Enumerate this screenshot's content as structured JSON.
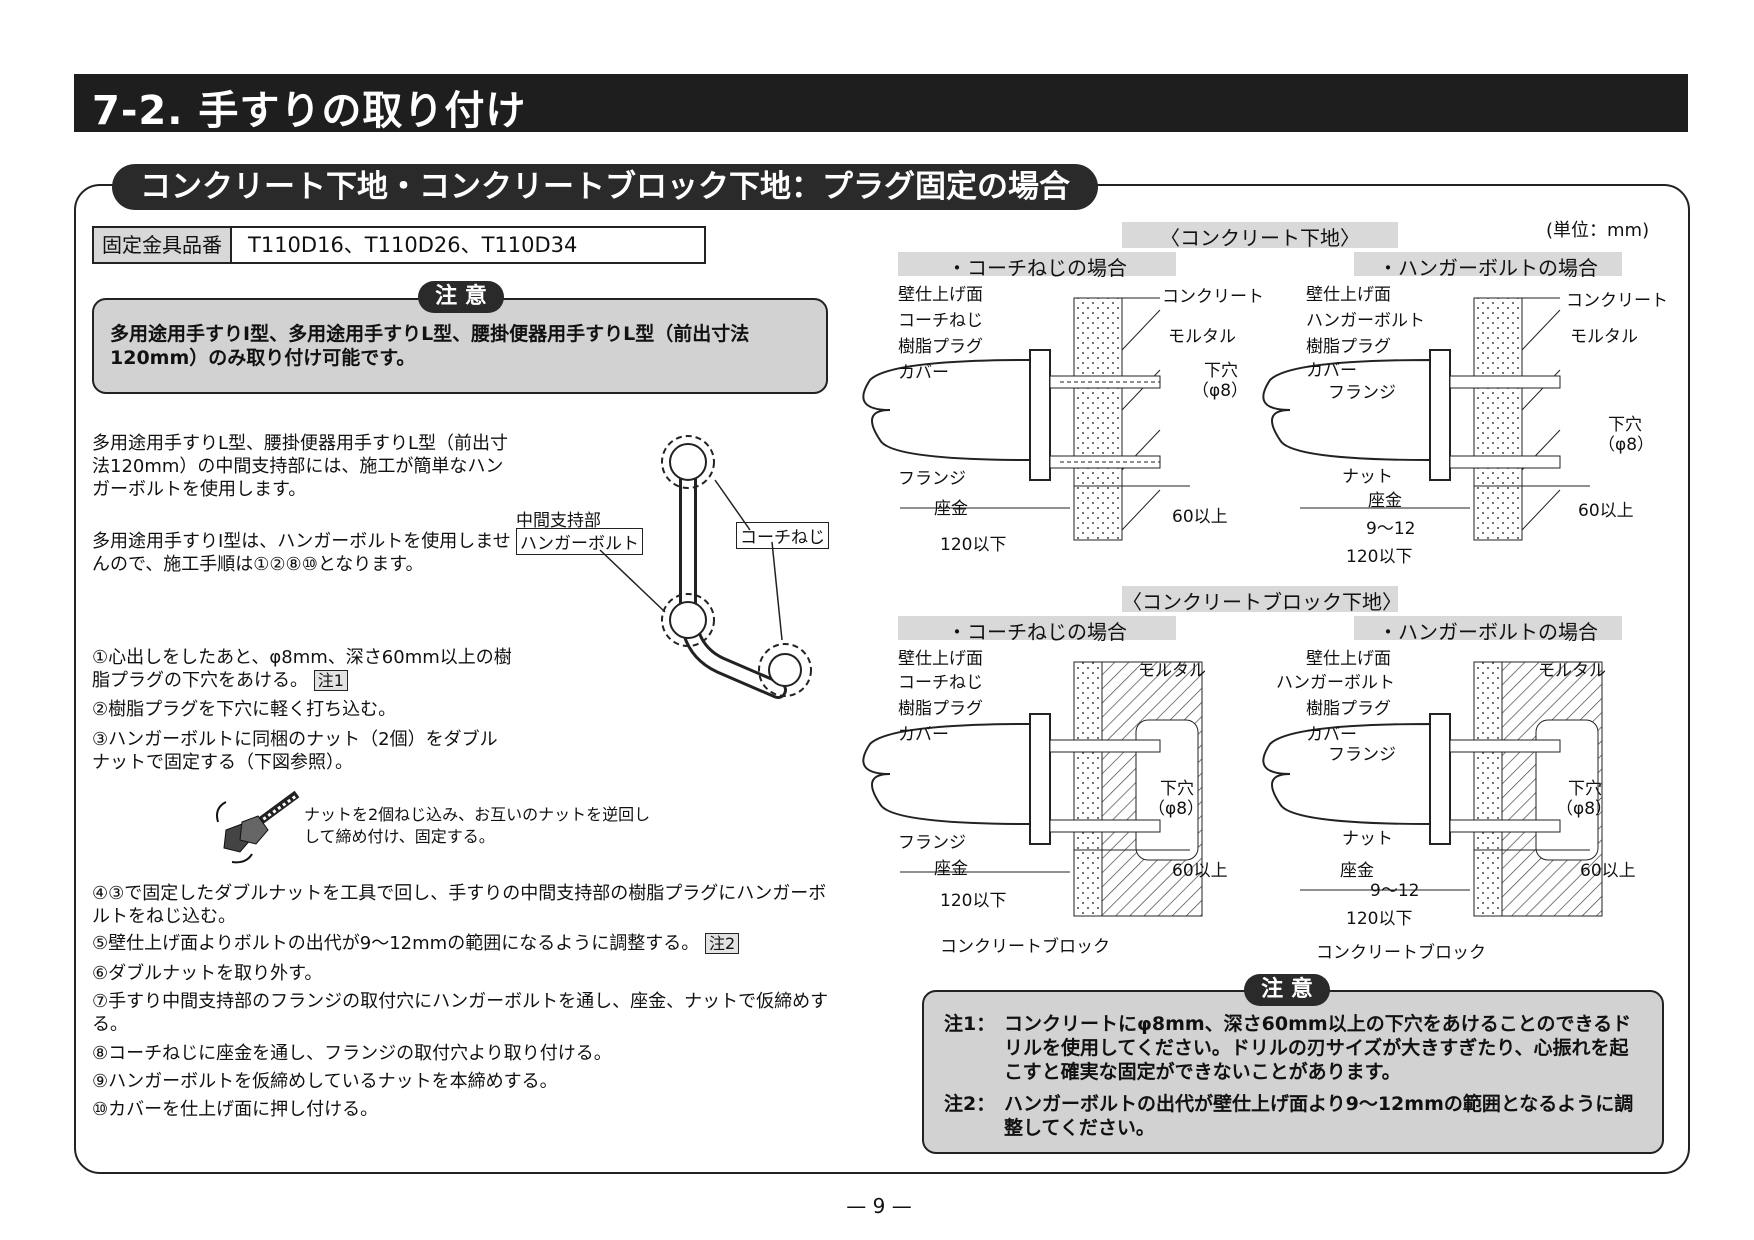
{
  "header": {
    "title": "7-2. 手すりの取り付け"
  },
  "section": {
    "title": "コンクリート下地・コンクリートブロック下地：プラグ固定の場合"
  },
  "parts": {
    "label": "固定金具品番",
    "value": "T110D16、T110D26、T110D34"
  },
  "caution_top": {
    "tag": "注 意",
    "text": "多用途用手すりI型、多用途用手すりL型、腰掛便器用手すりL型（前出寸法120mm）のみ取り付け可能です。"
  },
  "intro": {
    "p1": "多用途用手すりL型、腰掛便器用手すりL型（前出寸法120mm）の中間支持部には、施工が簡単なハンガーボルトを使用します。",
    "p2": "多用途用手すりI型は、ハンガーボルトを使用しませんので、施工手順は①②⑧⑩となります。"
  },
  "rail_figure": {
    "mid_label": "中間支持部",
    "hanger_label": "ハンガーボルト",
    "coach_label": "コーチねじ"
  },
  "steps": {
    "s1": "①心出しをしたあと、φ8mm、深さ60mm以上の樹脂プラグの下穴をあける。",
    "s1_note": "注1",
    "s2": "②樹脂プラグを下穴に軽く打ち込む。",
    "s3": "③ハンガーボルトに同梱のナット（2個）をダブルナットで固定する（下図参照）。",
    "nut_text": "ナットを2個ねじ込み、お互いのナットを逆回しして締め付け、固定する。",
    "s4": "④③で固定したダブルナットを工具で回し、手すりの中間支持部の樹脂プラグにハンガーボルトをねじ込む。",
    "s5": "⑤壁仕上げ面よりボルトの出代が9～12mmの範囲になるように調整する。",
    "s5_note": "注2",
    "s6": "⑥ダブルナットを取り外す。",
    "s7": "⑦手すり中間支持部のフランジの取付穴にハンガーボルトを通し、座金、ナットで仮締めする。",
    "s8": "⑧コーチねじに座金を通し、フランジの取付穴より取り付ける。",
    "s9": "⑨ハンガーボルトを仮締めしているナットを本締めする。",
    "s10": "⑩カバーを仕上げ面に押し付ける。"
  },
  "diagrams": {
    "unit": "(単位：mm)",
    "concrete_title": "〈コンクリート下地〉",
    "block_title": "〈コンクリートブロック下地〉",
    "coach_case": "・コーチねじの場合",
    "hanger_case": "・ハンガーボルトの場合",
    "labels": {
      "wall_finish": "壁仕上げ面",
      "coach": "コーチねじ",
      "plug": "樹脂プラグ",
      "cover": "カバー",
      "flange": "フランジ",
      "washer": "座金",
      "nut": "ナット",
      "hanger": "ハンガーボルト",
      "concrete": "コンクリート",
      "mortar": "モルタル",
      "pilot": "下穴",
      "pilot_dia": "（φ8）",
      "min60": "60以上",
      "max120": "120以下",
      "range": "9～12",
      "block": "コンクリートブロック"
    }
  },
  "caution_bottom": {
    "tag": "注 意",
    "n1_head": "注1：",
    "n1": "コンクリートにφ8mm、深さ60mm以上の下穴をあけることのできるドリルを使用してください。ドリルの刃サイズが大きすぎたり、心振れを起こすと確実な固定ができないことがあります。",
    "n2_head": "注2：",
    "n2": "ハンガーボルトの出代が壁仕上げ面より9～12mmの範囲となるように調整してください。"
  },
  "page": {
    "number": "— 9 —"
  }
}
